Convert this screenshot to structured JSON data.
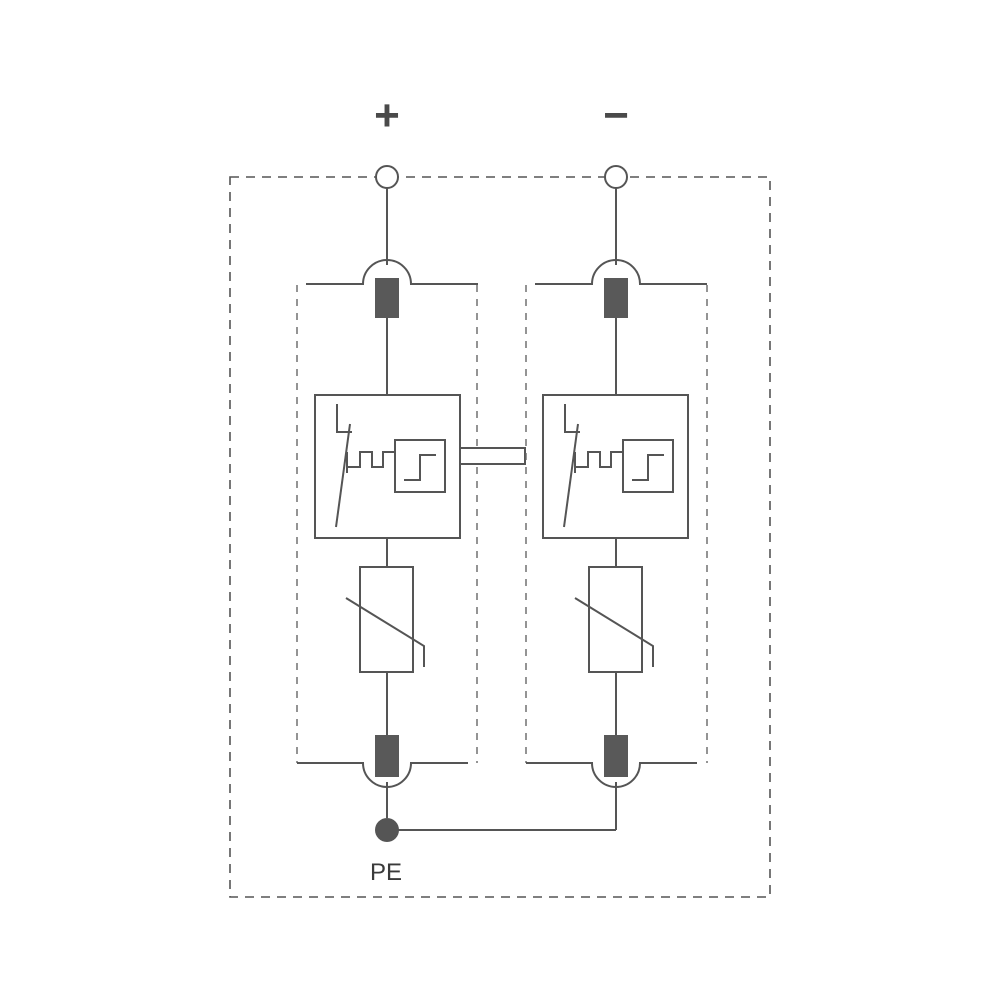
{
  "terminals": {
    "positive_label": "+",
    "negative_label": "−",
    "ground_label": "PE"
  },
  "modules": [
    {
      "id": "positive-pole"
    },
    {
      "id": "negative-pole"
    }
  ],
  "colors": {
    "line": "#555555",
    "fuse": "#595959",
    "background": "#ffffff"
  }
}
